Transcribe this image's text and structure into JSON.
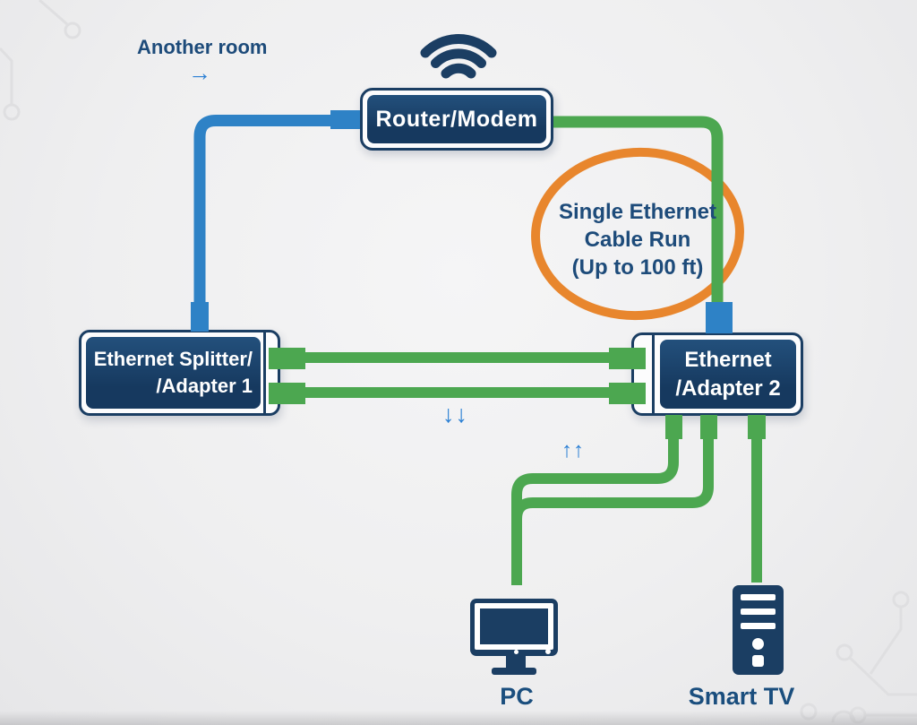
{
  "diagram": {
    "title_note": "Another room",
    "another_room_arrow": "→",
    "router_label": "Router/Modem",
    "splitter1_line1": "Ethernet Splitter/",
    "splitter1_line2": "/Adapter 1",
    "adapter2_line1": "Ethernet",
    "adapter2_line2": "/Adapter 2",
    "cable_note_line1": "Single Ethernet",
    "cable_note_line2": "Cable Run",
    "cable_note_line3": "(Up to 100 ft)",
    "down_arrows": "↓↓",
    "up_arrows": "↑↑",
    "pc_label": "PC",
    "smart_tv_label": "Smart TV"
  },
  "icons": {
    "wifi": "wifi-icon",
    "pc": "monitor-icon",
    "smart_tv": "tower-icon"
  },
  "colors": {
    "navy_box": "#1b3e63",
    "text_navy": "#1d4b7a",
    "cable_green": "#4ca750",
    "cable_blue": "#2e82c6",
    "arrow_blue": "#2c80d4",
    "highlight_orange": "#e8862d",
    "background": "#efeff0",
    "circuit_trace": "#dfdfe1"
  }
}
